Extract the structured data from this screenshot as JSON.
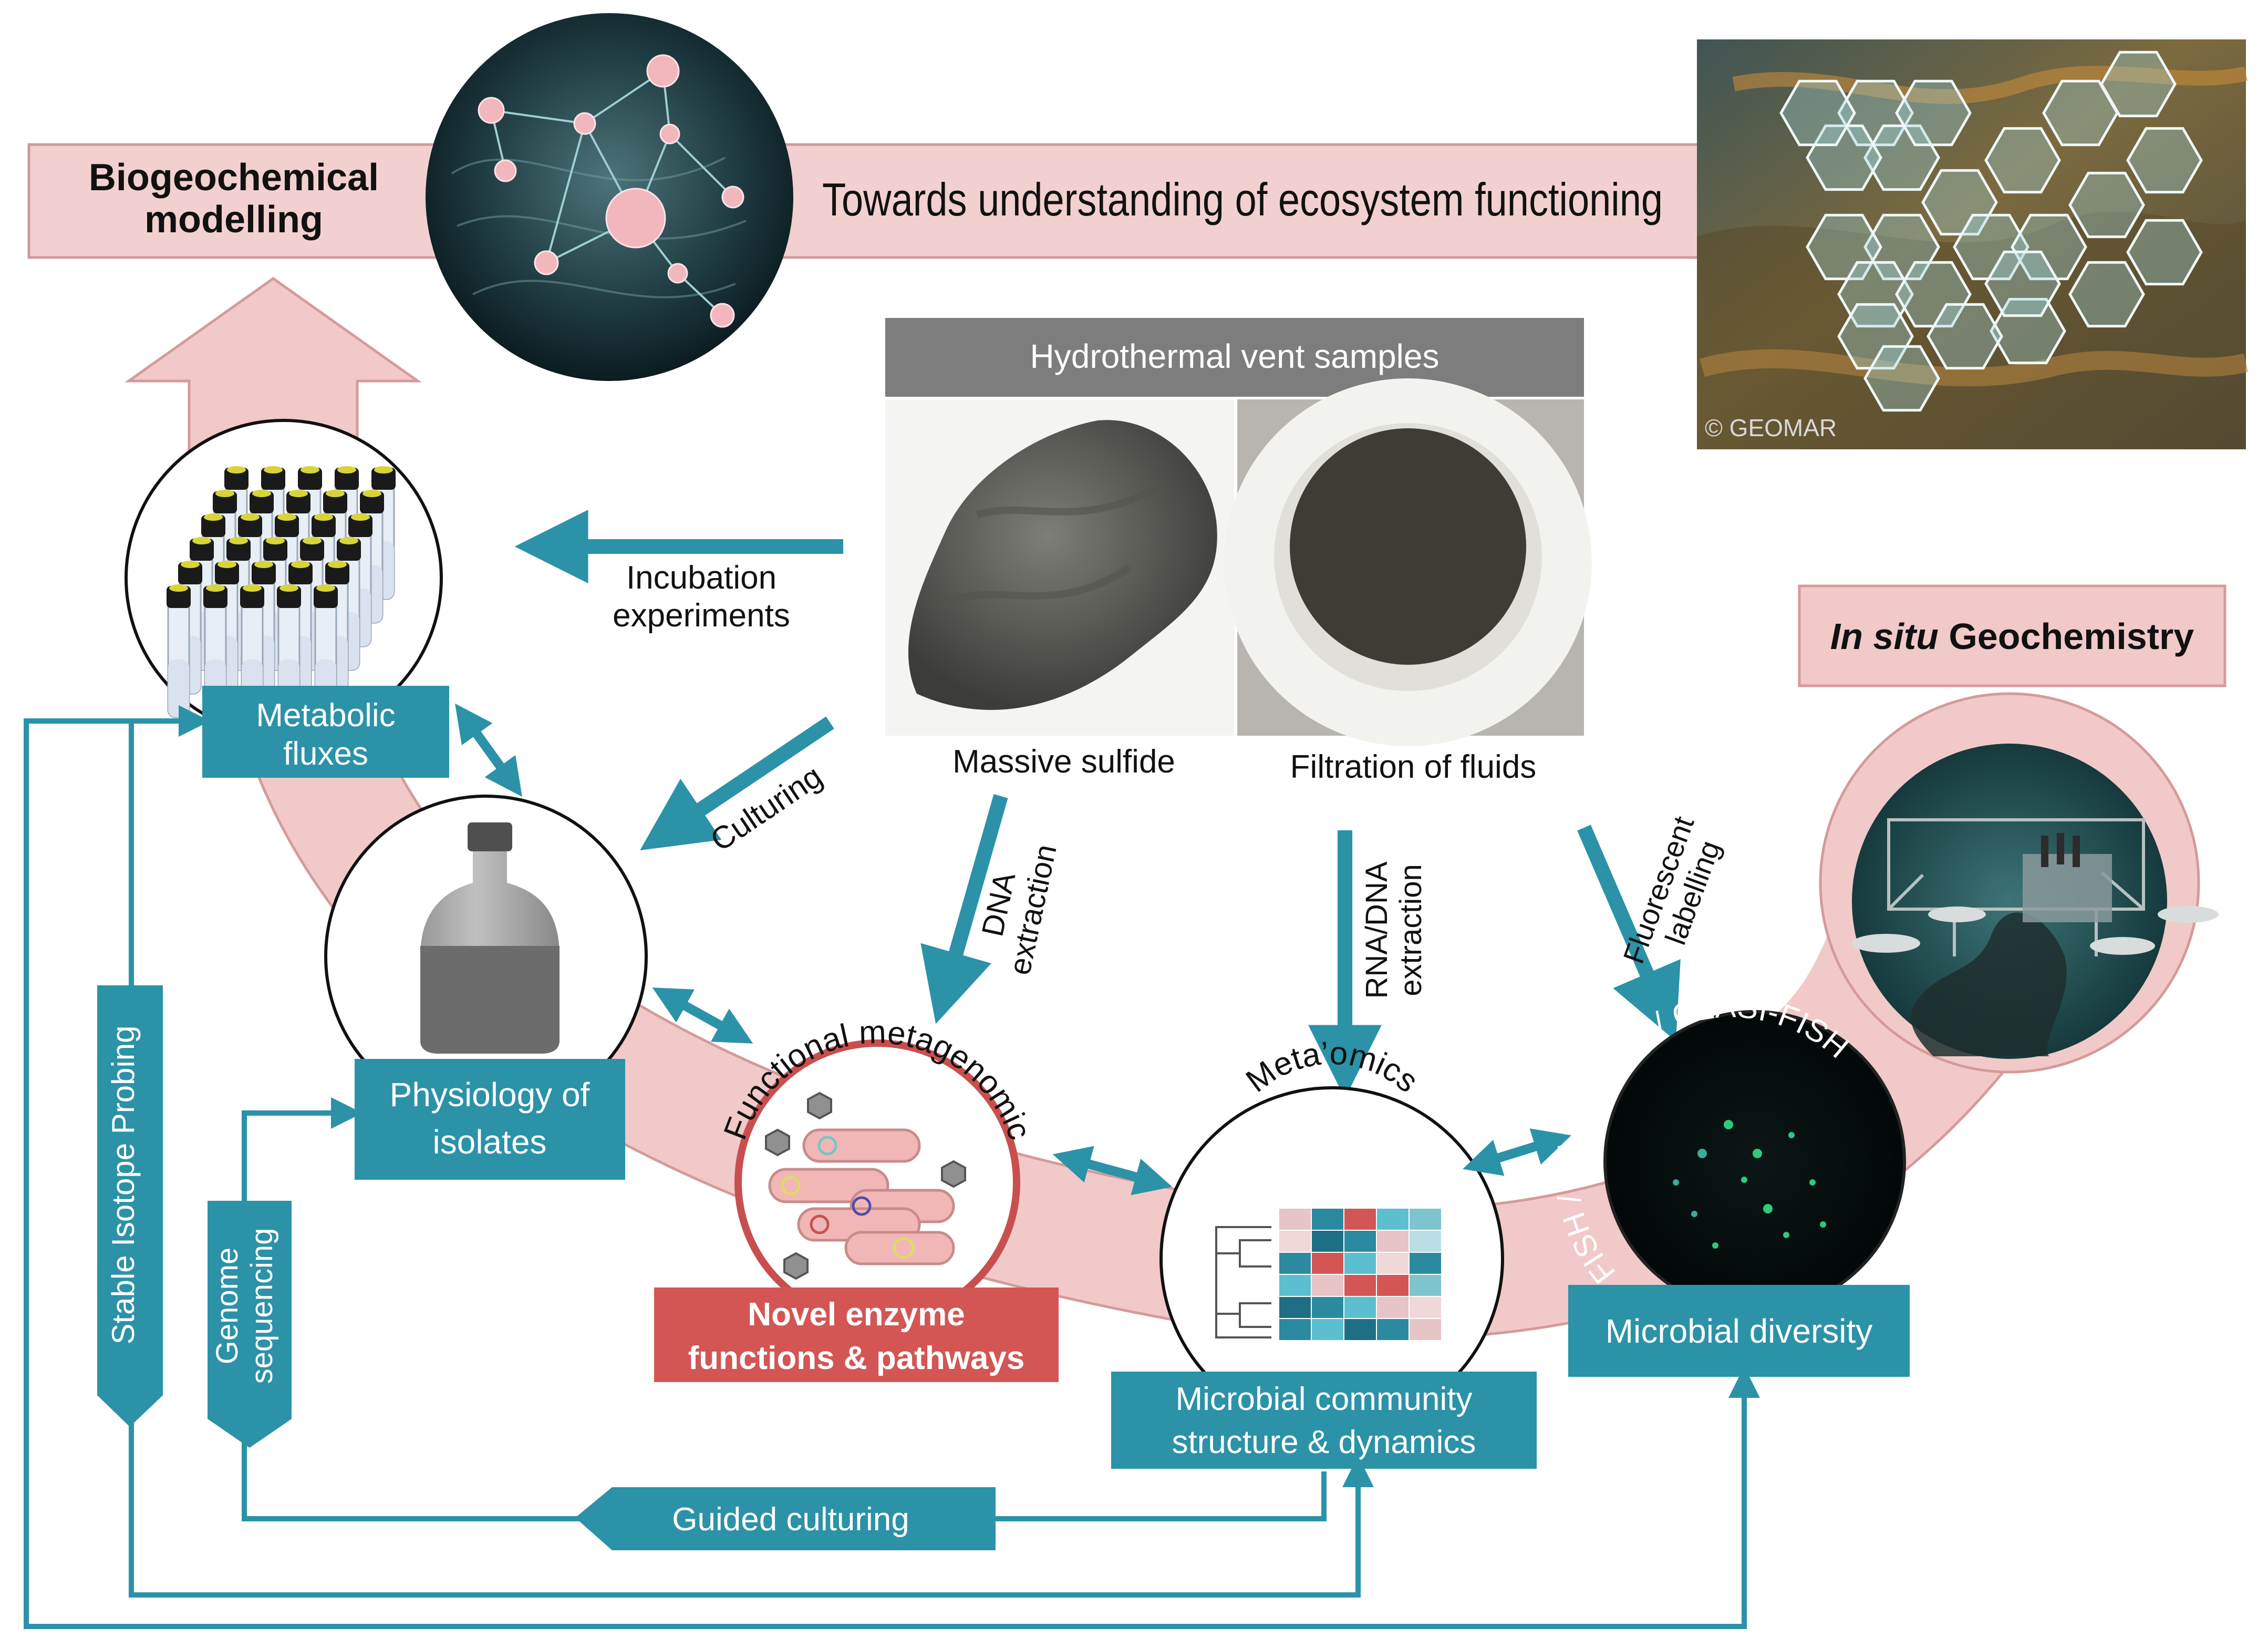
{
  "header": {
    "biogeo_line1": "Biogeochemical",
    "biogeo_line2": "modelling",
    "towards": "Towards understanding of ecosystem functioning",
    "copyright": "© GEOMAR"
  },
  "samples": {
    "title": "Hydrothermal vent samples",
    "massive_sulfide": "Massive sulfide",
    "filtration": "Filtration of fluids"
  },
  "arrows": {
    "incubation_line1": "Incubation",
    "incubation_line2": "experiments",
    "culturing": "Culturing",
    "dna_line1": "DNA",
    "dna_line2": "extraction",
    "rna_line1": "RNA/DNA",
    "rna_line2": "extraction",
    "fluor_line1": "Fluorescent",
    "fluor_line2": "labelling"
  },
  "boxes": {
    "metabolic_line1": "Metabolic",
    "metabolic_line2": "fluxes",
    "physiology_line1": "Physiology of",
    "physiology_line2": "isolates",
    "novel_line1": "Novel enzyme",
    "novel_line2": "functions & pathways",
    "community_line1": "Microbial community",
    "community_line2": "structure & dynamics",
    "diversity": "Microbial diversity",
    "insitu_italic": "In situ",
    "insitu_rest": " Geochemistry",
    "guided": "Guided culturing",
    "stable_isotope": "Stable Isotope Probing",
    "genome_line1": "Genome",
    "genome_line2": "sequencing"
  },
  "circles": {
    "functional": "Functional metagenomic",
    "metaomics": "Meta’omics",
    "fish": "FISH / CARD-FISH / CLASI-FISH etc"
  },
  "colors": {
    "teal": "#2b92a8",
    "pink": "#f1c9c9",
    "pink_edge": "#d59a9a",
    "red": "#d35654",
    "gray_banner": "#7d7d7d"
  }
}
